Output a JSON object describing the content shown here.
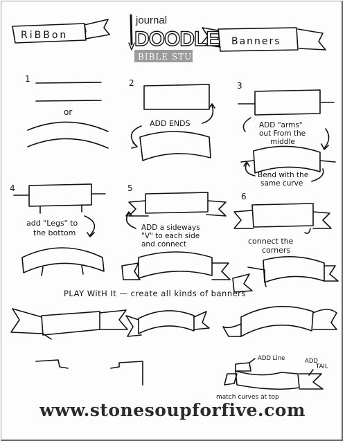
{
  "header": {
    "left_banner": "RiBBon",
    "right_banner": "Banners",
    "logo_journal": "journal",
    "logo_doodle": "DOODLE",
    "logo_sub": "BIBLE STUDY"
  },
  "steps": [
    {
      "number": "1",
      "notes": [
        "or"
      ]
    },
    {
      "number": "2",
      "notes": [
        "ADD ENDS"
      ]
    },
    {
      "number": "3",
      "notes": [
        "ADD \"arms\"",
        "out From the",
        "middle",
        "Bend with the",
        "same curve"
      ]
    },
    {
      "number": "4",
      "notes": [
        "add \"Legs\" to",
        "the bottom"
      ]
    },
    {
      "number": "5",
      "notes": [
        "ADD a sideways",
        "\"V\" to each side",
        "and connect"
      ]
    },
    {
      "number": "6",
      "notes": [
        "connect the",
        "corners"
      ]
    }
  ],
  "play_line": "PLAY WitH It — create all kinds of banners",
  "bottom_notes": {
    "add_line": "ADD Line",
    "add_tail_1": "ADD",
    "add_tail_2": "TAIL",
    "match": "match curves at top"
  },
  "footer_url": "www.stonesoupforfive.com"
}
